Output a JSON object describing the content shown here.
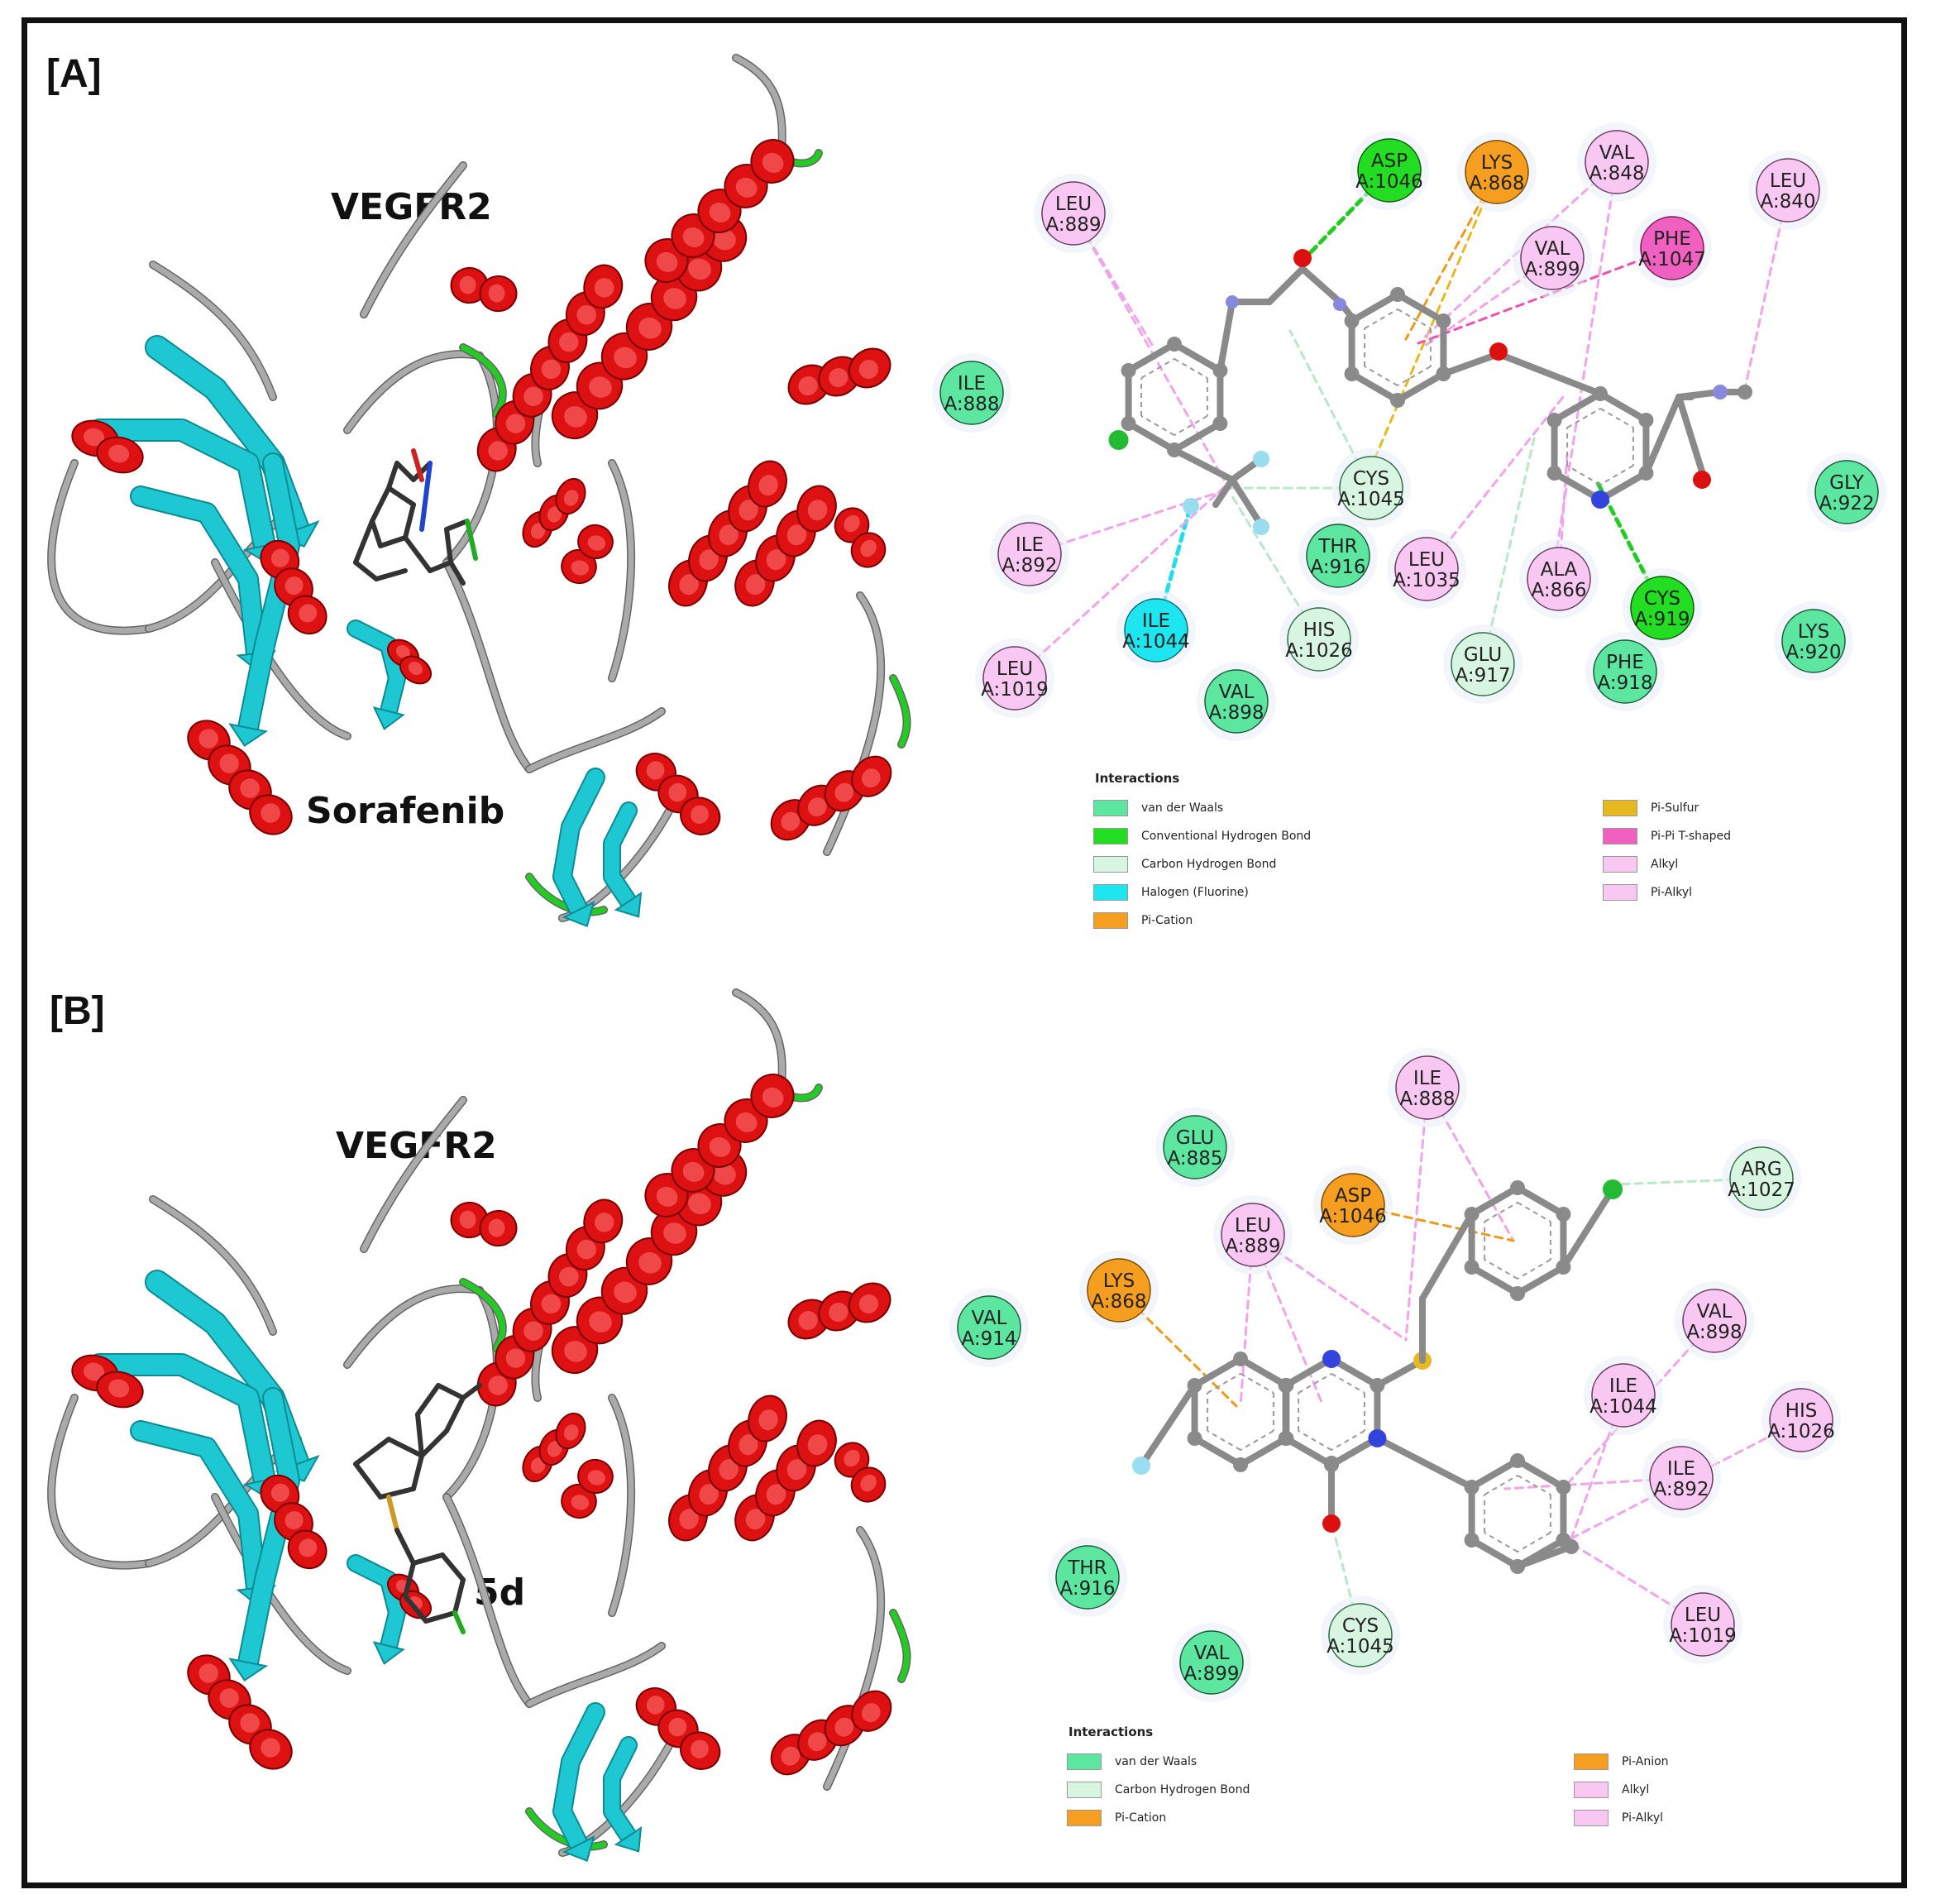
{
  "panels": {
    "A": {
      "label": "[A]",
      "protein_label": "VEGFR2",
      "ligand_label": "Sorafenib",
      "residues": [
        {
          "name": "LEU A:889",
          "type": "alkyl"
        },
        {
          "name": "ASP A:1046",
          "type": "conv_hbond"
        },
        {
          "name": "LYS A:868",
          "type": "pi_cation"
        },
        {
          "name": "VAL A:848",
          "type": "alkyl"
        },
        {
          "name": "LEU A:840",
          "type": "alkyl"
        },
        {
          "name": "VAL A:899",
          "type": "alkyl"
        },
        {
          "name": "PHE A:1047",
          "type": "pi_pi_t"
        },
        {
          "name": "ILE A:888",
          "type": "vdw"
        },
        {
          "name": "GLY A:922",
          "type": "vdw"
        },
        {
          "name": "CYS A:1045",
          "type": "carbon_hbond"
        },
        {
          "name": "ILE A:892",
          "type": "alkyl"
        },
        {
          "name": "THR A:916",
          "type": "vdw"
        },
        {
          "name": "LEU A:1035",
          "type": "alkyl"
        },
        {
          "name": "ALA A:866",
          "type": "alkyl"
        },
        {
          "name": "CYS A:919",
          "type": "conv_hbond"
        },
        {
          "name": "ILE A:1044",
          "type": "halogen"
        },
        {
          "name": "HIS A:1026",
          "type": "carbon_hbond"
        },
        {
          "name": "GLU A:917",
          "type": "carbon_hbond"
        },
        {
          "name": "PHE A:918",
          "type": "vdw"
        },
        {
          "name": "LYS A:920",
          "type": "vdw"
        },
        {
          "name": "LEU A:1019",
          "type": "alkyl"
        },
        {
          "name": "VAL A:898",
          "type": "vdw"
        }
      ],
      "legend": {
        "title": "Interactions",
        "items": [
          {
            "label": "van der Waals",
            "color": "#5ce6a0"
          },
          {
            "label": "Conventional Hydrogen Bond",
            "color": "#22dd22"
          },
          {
            "label": "Carbon Hydrogen Bond",
            "color": "#d8f5e2"
          },
          {
            "label": "Halogen (Fluorine)",
            "color": "#1ee6f0"
          },
          {
            "label": "Pi-Cation",
            "color": "#f59e20"
          },
          {
            "label": "Pi-Sulfur",
            "color": "#e8b820"
          },
          {
            "label": "Pi-Pi T-shaped",
            "color": "#f060c0"
          },
          {
            "label": "Alkyl",
            "color": "#f8c8f2"
          },
          {
            "label": "Pi-Alkyl",
            "color": "#f8c8f2"
          }
        ]
      }
    },
    "B": {
      "label": "[B]",
      "protein_label": "VEGFR2",
      "ligand_label": "5d",
      "residues": [
        {
          "name": "ILE A:888",
          "type": "alkyl"
        },
        {
          "name": "GLU A:885",
          "type": "vdw"
        },
        {
          "name": "ARG A:1027",
          "type": "carbon_hbond"
        },
        {
          "name": "ASP A:1046",
          "type": "pi_anion"
        },
        {
          "name": "LEU A:889",
          "type": "alkyl"
        },
        {
          "name": "LYS A:868",
          "type": "pi_cation"
        },
        {
          "name": "VAL A:914",
          "type": "vdw"
        },
        {
          "name": "VAL A:898",
          "type": "alkyl"
        },
        {
          "name": "ILE A:1044",
          "type": "alkyl"
        },
        {
          "name": "HIS A:1026",
          "type": "alkyl"
        },
        {
          "name": "ILE A:892",
          "type": "alkyl"
        },
        {
          "name": "THR A:916",
          "type": "vdw"
        },
        {
          "name": "CYS A:1045",
          "type": "carbon_hbond"
        },
        {
          "name": "LEU A:1019",
          "type": "alkyl"
        },
        {
          "name": "VAL A:899",
          "type": "vdw"
        }
      ],
      "legend": {
        "title": "Interactions",
        "items": [
          {
            "label": "van der Waals",
            "color": "#5ce6a0"
          },
          {
            "label": "Carbon Hydrogen Bond",
            "color": "#d8f5e2"
          },
          {
            "label": "Pi-Cation",
            "color": "#f59e20"
          },
          {
            "label": "Pi-Anion",
            "color": "#f59e20"
          },
          {
            "label": "Alkyl",
            "color": "#f8c8f2"
          },
          {
            "label": "Pi-Alkyl",
            "color": "#f8c8f2"
          }
        ]
      }
    }
  },
  "colors": {
    "helix": "#dd1111",
    "sheet": "#1ec8d2",
    "loop": "#aaaaaa",
    "turn": "#22cc22"
  }
}
